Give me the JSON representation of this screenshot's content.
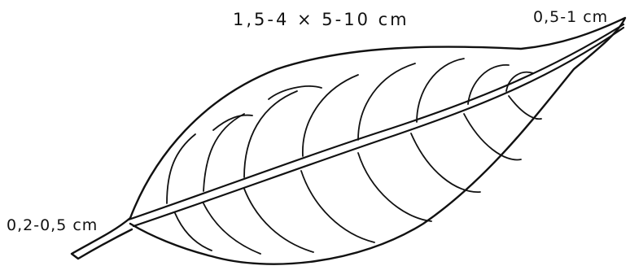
{
  "labels": {
    "leaf_size": "1,5-4 × 5-10 cm",
    "tip_length": "0,5-1 cm",
    "petiole_length": "0,2-0,5 cm"
  },
  "colors": {
    "ink": "#111111",
    "background": "#ffffff"
  }
}
